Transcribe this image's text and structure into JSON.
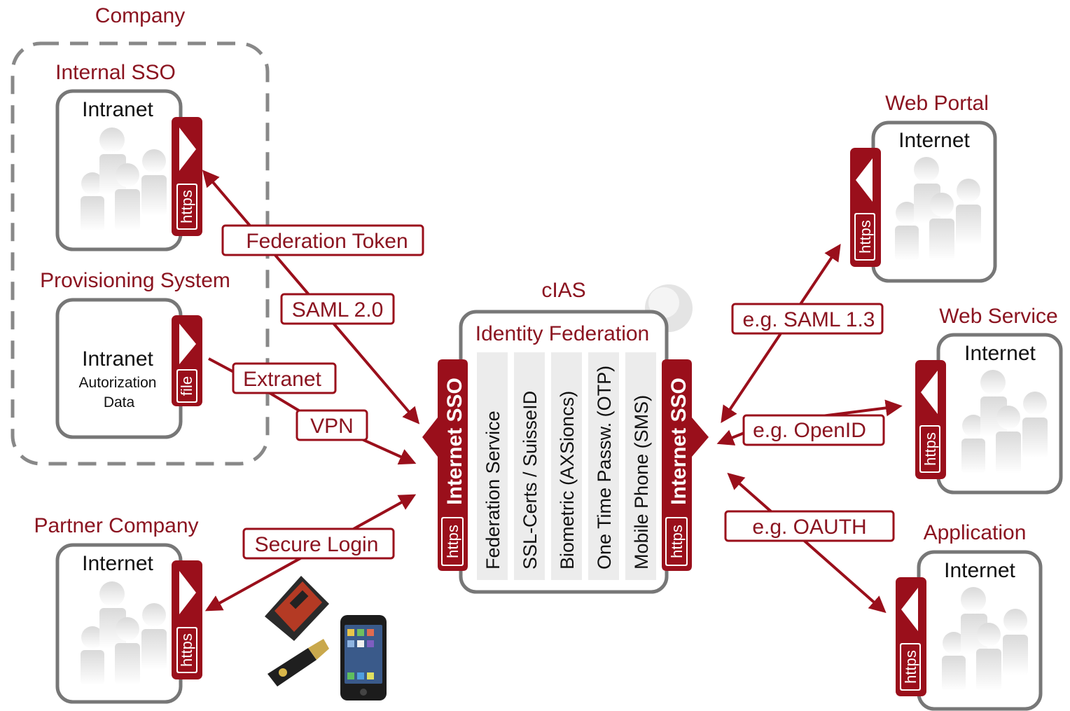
{
  "company": {
    "title": "Company",
    "internal_sso": {
      "title": "Internal SSO",
      "box_title": "Intranet",
      "tab": "https"
    },
    "provisioning": {
      "title": "Provisioning System",
      "box_title": "Intranet",
      "subtitle_line1": "Autorization",
      "subtitle_line2": "Data",
      "tab": "file"
    }
  },
  "partner": {
    "title": "Partner Company",
    "box_title": "Internet",
    "tab": "https"
  },
  "center": {
    "title": "cIAS",
    "subtitle": "Identity Federation",
    "sso_label": "Internet SSO",
    "sso_tab": "https",
    "columns": [
      "Federation Service",
      "SSL-Certs / SuisseID",
      "Biometric (AXSioncs)",
      "One Time Passw. (OTP)",
      "Mobile Phone (SMS)"
    ]
  },
  "right": [
    {
      "title": "Web Portal",
      "box_title": "Internet",
      "tab": "https"
    },
    {
      "title": "Web Service",
      "box_title": "Internet",
      "tab": "https"
    },
    {
      "title": "Application",
      "box_title": "Internet",
      "tab": "https"
    }
  ],
  "labels": {
    "federation_token": "Federation Token",
    "saml20": "SAML 2.0",
    "extranet": "Extranet",
    "vpn": "VPN",
    "secure_login": "Secure Login",
    "saml13": "e.g. SAML 1.3",
    "openid": "e.g. OpenID",
    "oauth": "e.g. OAUTH"
  },
  "colors": {
    "accent": "#9a0f1b",
    "text_accent": "#8b1420",
    "box_border": "#777777",
    "column_bg": "#ececec"
  }
}
